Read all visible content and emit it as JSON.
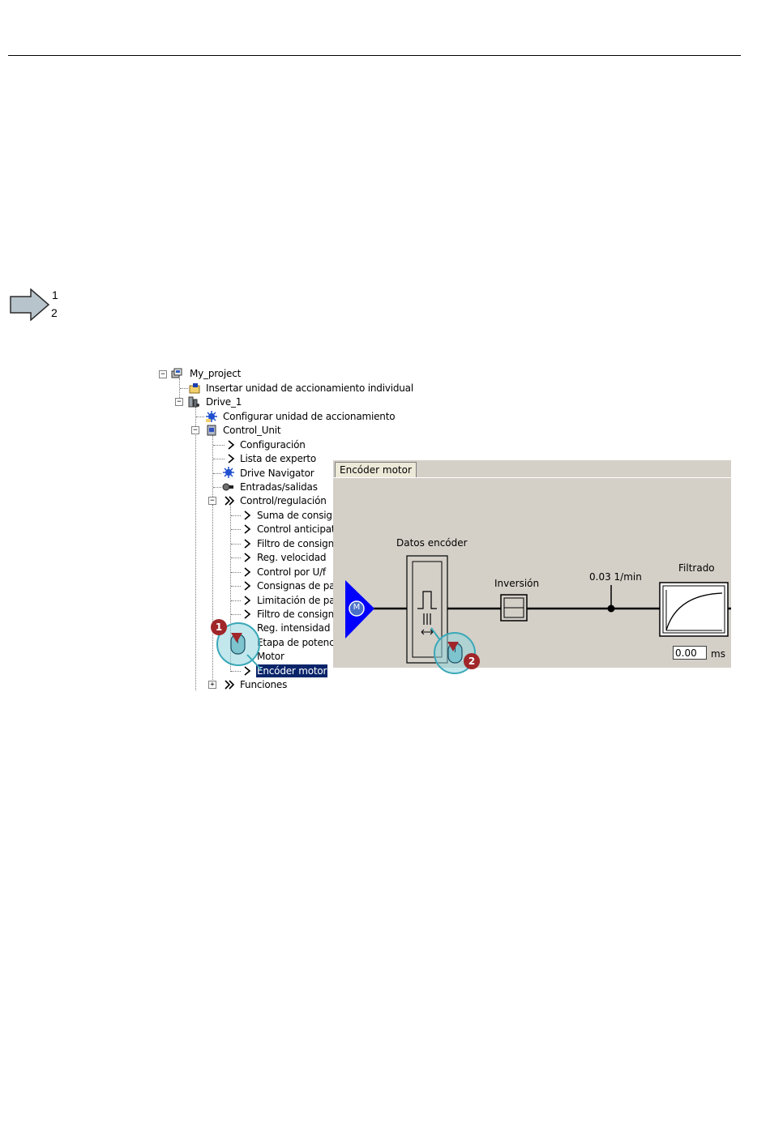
{
  "steps": {
    "first": "1",
    "second": "2"
  },
  "tree": {
    "project": "My_project",
    "insert_drive": "Insertar unidad de accionamiento individual",
    "drive": "Drive_1",
    "configure_drive": "Configurar unidad de accionamiento",
    "control_unit": "Control_Unit",
    "configuracion": "Configuración",
    "lista_experto": "Lista de experto",
    "drive_navigator": "Drive Navigator",
    "entradas_salidas": "Entradas/salidas",
    "control_regulacion": "Control/regulación",
    "children": [
      "Suma de consigna",
      "Control anticipativ",
      "Filtro de consigna",
      "Reg. velocidad",
      "Control por U/f",
      "Consignas de par",
      "Limitación de par",
      "Filtro de consigna",
      "Reg. intensidad",
      "Etapa de potencia",
      "Motor",
      "Encóder motor"
    ],
    "funciones": "Funciones"
  },
  "panel": {
    "tab": "Encóder motor",
    "datos_encoder": "Datos encóder",
    "inversion": "Inversión",
    "speed_value": "0.03",
    "speed_unit": "1/min",
    "filtrado": "Filtrado",
    "motor_symbol": "M",
    "filter_value": "0.00",
    "filter_unit": "ms"
  },
  "callouts": {
    "one": "1",
    "two": "2"
  },
  "colors": {
    "selection": "#0a246a",
    "motor_blue": "#0000ff",
    "callout_red": "#a0262a",
    "mouse_teal": "#8fd3dc"
  }
}
